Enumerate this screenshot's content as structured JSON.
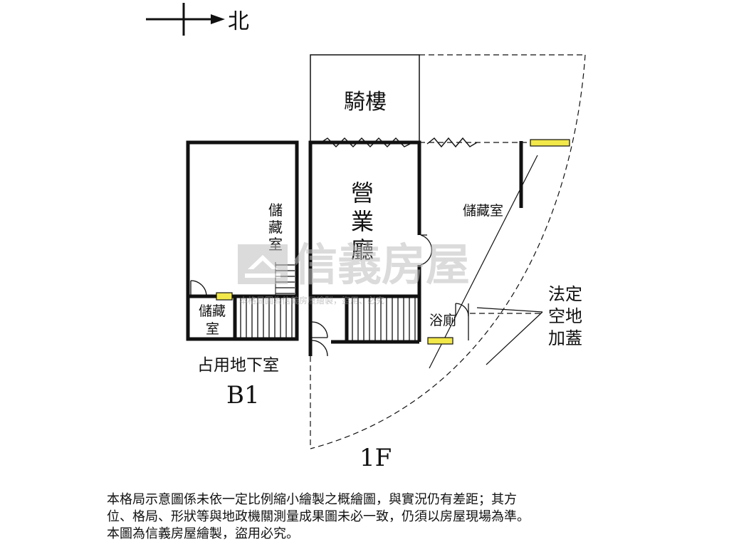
{
  "north": {
    "label": "北"
  },
  "rooms": {
    "arcade": "騎樓",
    "business_hall": [
      "營",
      "業",
      "廳"
    ],
    "storage_b1_tall": [
      "儲",
      "藏",
      "室"
    ],
    "storage_b1_small": [
      "儲藏",
      "室"
    ],
    "storage_1f": "儲藏室",
    "bathroom": "浴廁"
  },
  "annotation": {
    "legal_open_space": [
      "法定",
      "空地",
      "加蓋"
    ]
  },
  "floors": {
    "b1_caption": "占用地下室",
    "b1_label": "B1",
    "f1_label": "1F"
  },
  "watermark": {
    "brand": "信義房屋",
    "strip": "本格局圖為信義房屋繪製，盜用、必究"
  },
  "disclaimer": {
    "line1": "本格局示意圖係未依一定比例縮小繪製之概繪圖，與實況仍有差距；其方",
    "line2": "位、格局、形狀等與地政機關測量成果圖未必一致，仍須以房屋現場為準。",
    "line3": "本圖為信義房屋繪製，盜用必究。"
  },
  "colors": {
    "wall": "#111111",
    "window_fill": "#f2e84a",
    "watermark": "#bfbfbf"
  }
}
